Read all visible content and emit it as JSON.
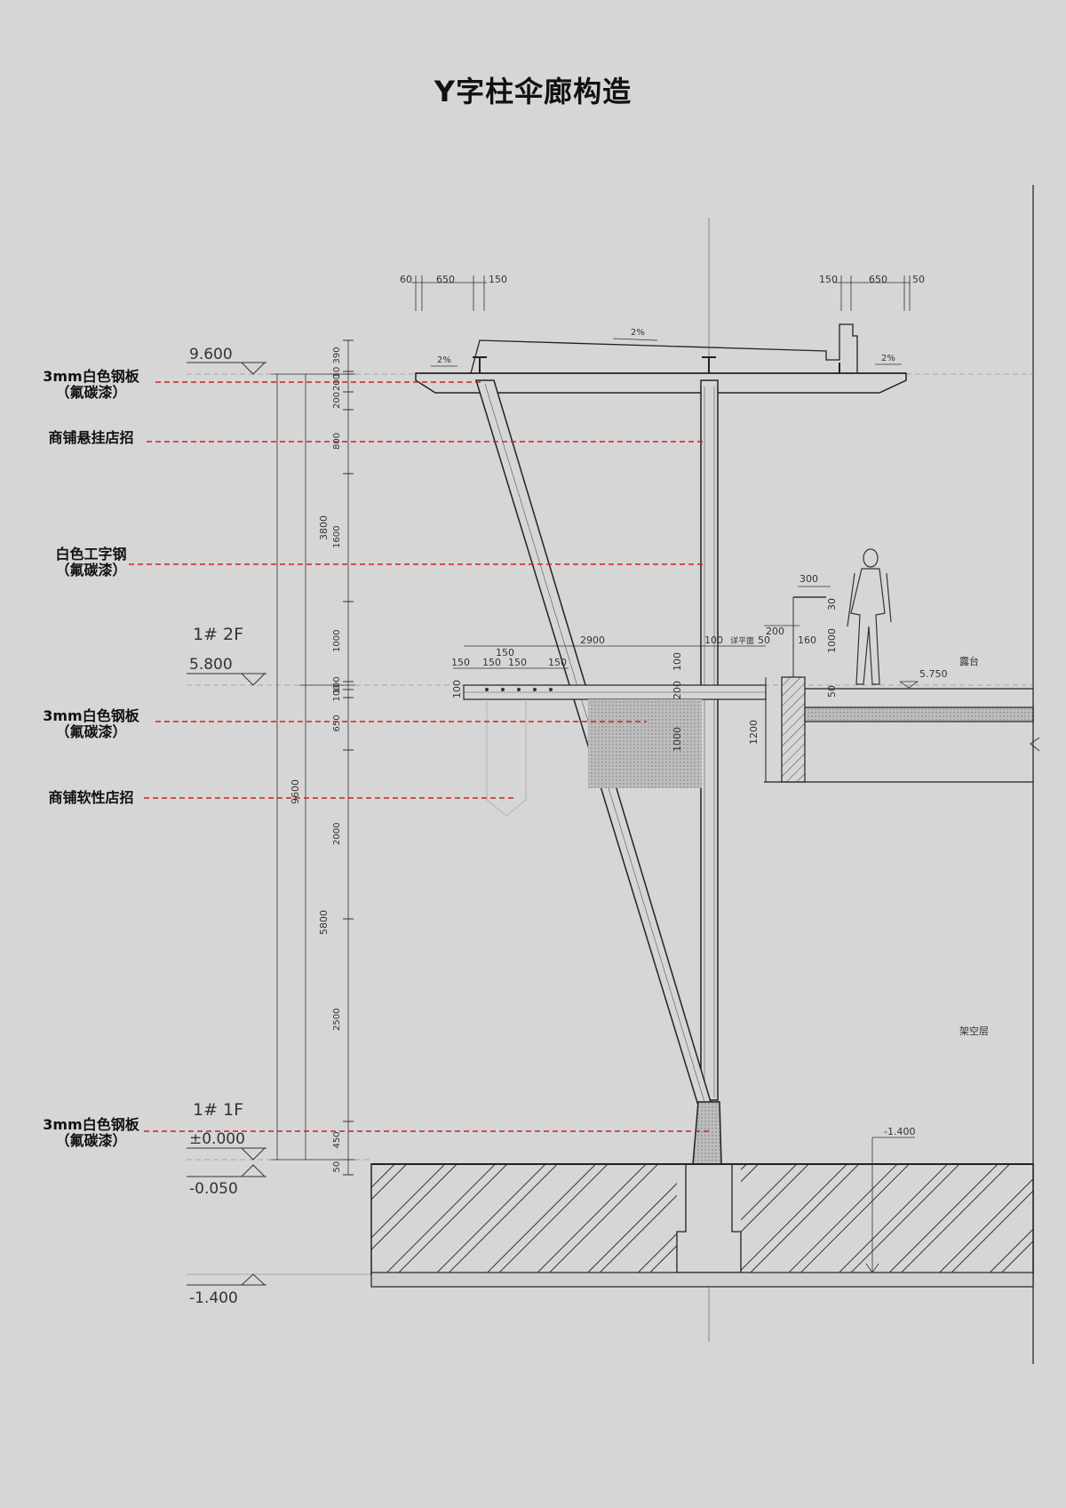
{
  "title": "Y字柱伞廊构造",
  "callouts": [
    {
      "line1": "3mm白色钢板",
      "line2": "（氟碳漆）"
    },
    {
      "line1": "商铺悬挂店招",
      "line2": ""
    },
    {
      "line1": "白色工字钢",
      "line2": "（氟碳漆）"
    },
    {
      "line1": "3mm白色钢板",
      "line2": "（氟碳漆）"
    },
    {
      "line1": "商铺软性店招",
      "line2": ""
    },
    {
      "line1": "3mm白色钢板",
      "line2": "（氟碳漆）"
    }
  ],
  "levels": {
    "roof": "9.600",
    "second": "5.800",
    "second_floor": "1# 2F",
    "ground": "±0.000",
    "first_floor": "1# 1F",
    "minus005": "-0.050",
    "minus14": "-1.400",
    "terrace_level": "5.750",
    "foundation_level": "-1.400"
  },
  "labels": {
    "terrace": "露台",
    "open_floor": "架空层",
    "detail_ref": "详平面"
  },
  "dimensions": {
    "top_left": [
      "60",
      "650",
      "150"
    ],
    "top_right": [
      "150",
      "650",
      "50"
    ],
    "slope": "2%",
    "overall": "9600",
    "upper": "3800",
    "lower": "5800",
    "chain": [
      "390",
      "30",
      "200",
      "200",
      "800",
      "1600",
      "1000",
      "100",
      "100",
      "650",
      "2000",
      "2500",
      "450",
      "50"
    ],
    "mid_beam": [
      "150",
      "150",
      "150",
      "150",
      "150",
      "2900",
      "100",
      "50",
      "200",
      "160",
      "1000",
      "300",
      "30",
      "100",
      "200",
      "1000",
      "1200",
      "100",
      "50"
    ]
  }
}
